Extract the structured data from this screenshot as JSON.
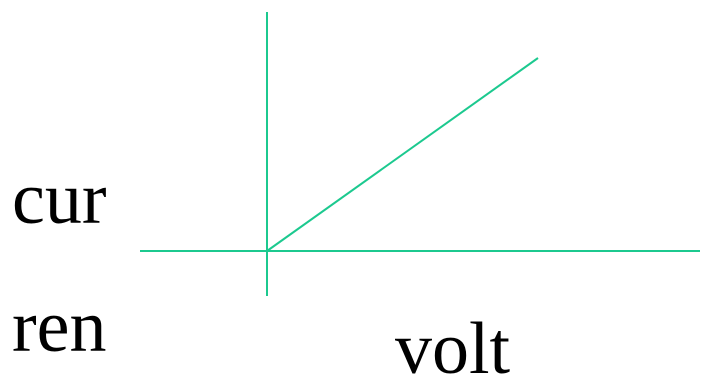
{
  "chart_data": {
    "type": "line",
    "ylabel_lines": [
      "cur",
      "ren"
    ],
    "xlabel": "volt",
    "title": "",
    "series": [
      {
        "x": [
          0,
          1
        ],
        "y": [
          0,
          1
        ]
      }
    ],
    "grid": false,
    "legend": "none"
  },
  "colors": {
    "axis": "#1cc98f",
    "line": "#1cc98f",
    "text": "#000000"
  }
}
